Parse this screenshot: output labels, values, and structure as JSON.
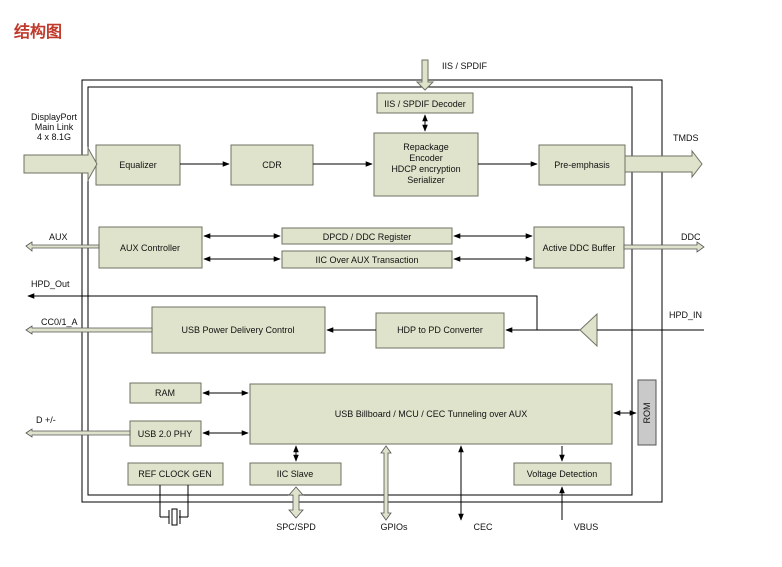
{
  "title": "结构图",
  "blocks": {
    "iis_decoder": "IIS / SPDIF Decoder",
    "equalizer": "Equalizer",
    "cdr": "CDR",
    "repackage": [
      "Repackage",
      "Encoder",
      "HDCP encryption",
      "Serializer"
    ],
    "preemphasis": "Pre-emphasis",
    "aux_controller": "AUX Controller",
    "dpcd": "DPCD / DDC Register",
    "iic_over_aux": "IIC Over AUX Transaction",
    "active_ddc": "Active DDC Buffer",
    "usb_pd": "USB Power Delivery Control",
    "hdp_pd": "HDP to PD Converter",
    "ram": "RAM",
    "usb_phy": "USB 2.0 PHY",
    "billboard": "USB Billboard  / MCU / CEC Tunneling over AUX",
    "rom": "ROM",
    "ref_clock": "REF CLOCK GEN",
    "iic_slave": "IIC Slave",
    "voltage_detection": "Voltage Detection"
  },
  "labels": {
    "iis_spdif": "IIS / SPDIF",
    "dp_main": [
      "DisplayPort",
      "Main Link",
      "4 x 8.1G"
    ],
    "tmds": "TMDS",
    "aux": "AUX",
    "ddc": "DDC",
    "hpd_out": "HPD_Out",
    "hpd_in": "HPD_IN",
    "cc": "CC0/1_A",
    "d_pm": "D +/-",
    "spc_spd": "SPC/SPD",
    "gpios": "GPIOs",
    "cec": "CEC",
    "vbus": "VBUS"
  }
}
